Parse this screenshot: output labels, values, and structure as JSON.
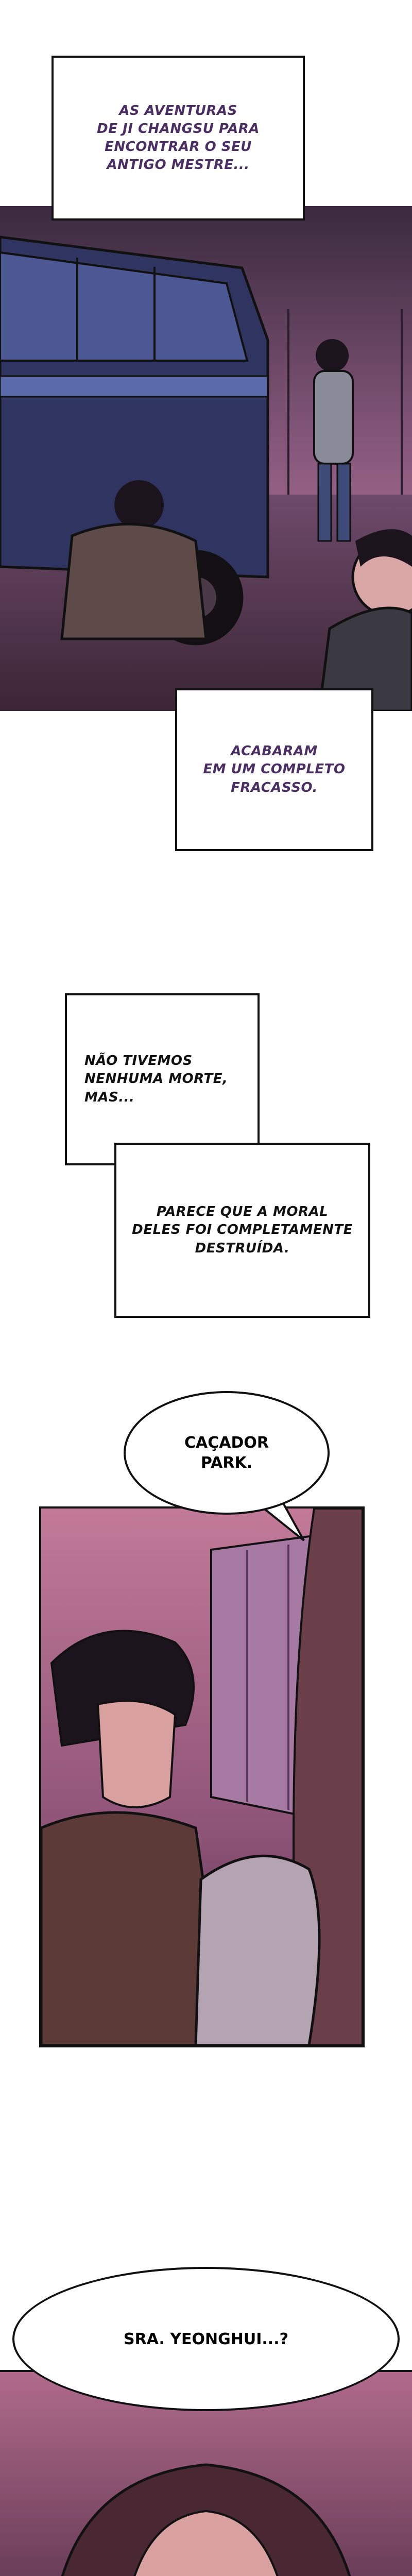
{
  "captions": {
    "c1": "AS AVENTURAS\nDE JI CHANGSU PARA\nENCONTRAR O SEU\nANTIGO MESTRE...",
    "c2": "ACABARAM\nEM UM COMPLETO\nFRACASSO.",
    "c3": "NÃO TIVEMOS\nNENHUMA MORTE,\nMAS...",
    "c4": "PARECE QUE A MORAL\nDELES FOI COMPLETAMENTE\nDESTRUÍDA."
  },
  "bubbles": {
    "b1": "CAÇADOR\nPARK.",
    "b2": "SRA. YEONGHUI...?"
  },
  "colors": {
    "ink": "#111111",
    "dusk_purple": "#7a4f77",
    "dusk_pink": "#b8708e",
    "bus_blue": "#3d4a78",
    "night": "#2a1e2e"
  }
}
